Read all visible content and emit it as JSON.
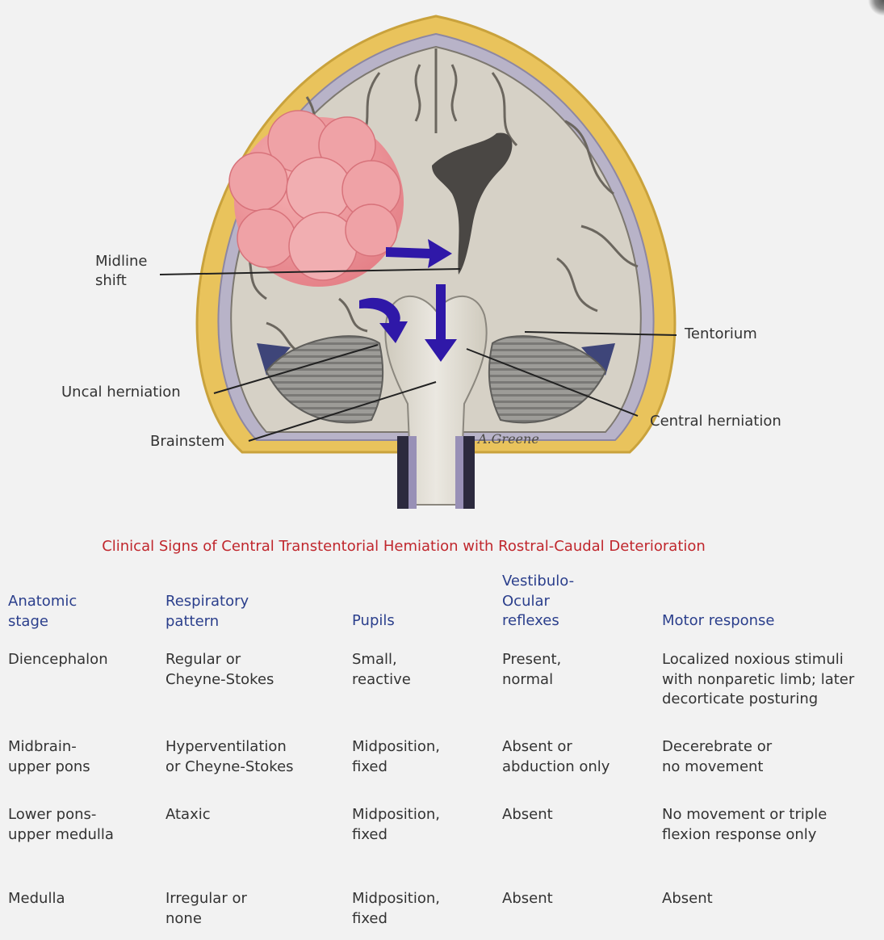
{
  "diagram": {
    "labels": {
      "midline_shift": "Midline\nshift",
      "tentorium": "Tentorium",
      "uncal_herniation": "Uncal herniation",
      "central_herniation": "Central herniation",
      "brainstem": "Brainstem"
    },
    "signature": "A.Greene",
    "colors": {
      "skull": "#e9c35c",
      "brain": "#d6d1c6",
      "tumor": "#ec8f93",
      "arrow": "#2f18a8",
      "ventricle": "#4a4744"
    }
  },
  "table": {
    "caption": "Clinical Signs of Central Transtentorial Hemiation with Rostral-Caudal Deterioration",
    "headers": [
      "Anatomic\nstage",
      "Respiratory\npattern",
      "Pupils",
      "Vestibulo-\nOcular\nreflexes",
      "Motor response"
    ],
    "rows": [
      [
        "Diencephalon",
        "Regular or\nCheyne-Stokes",
        "Small,\nreactive",
        "Present,\nnormal",
        "Localized noxious stimuli\nwith nonparetic limb; later\ndecorticate posturing"
      ],
      [
        "Midbrain-\nupper pons",
        "Hyperventilation\nor Cheyne-Stokes",
        "Midposition,\nfixed",
        "Absent or\nabduction only",
        "Decerebrate or\nno movement"
      ],
      [
        "Lower pons-\nupper medulla",
        "Ataxic",
        "Midposition,\nfixed",
        "Absent",
        "No movement or triple\nflexion response only"
      ],
      [
        "Medulla",
        "Irregular or\nnone",
        "Midposition,\nfixed",
        "Absent",
        "Absent"
      ]
    ],
    "colors": {
      "caption": "#c0272d",
      "header": "#2b3f8c"
    }
  }
}
